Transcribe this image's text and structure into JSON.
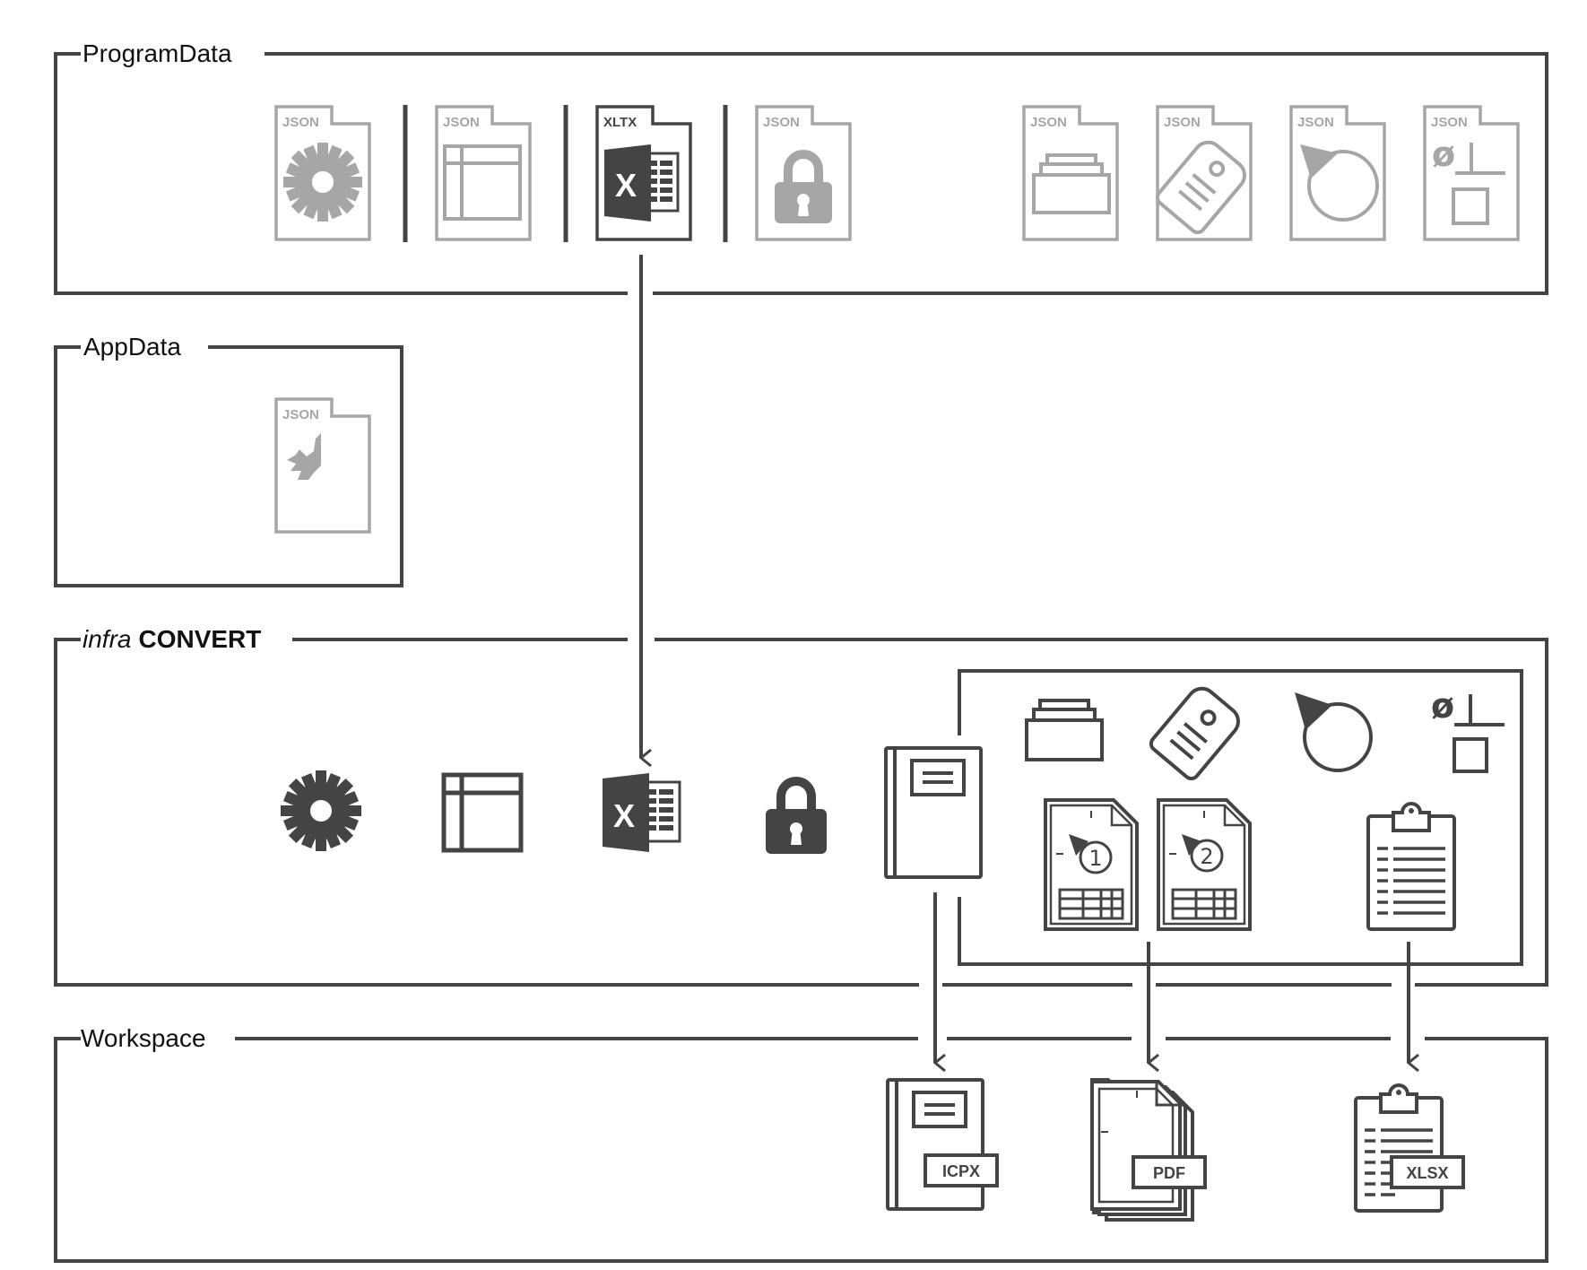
{
  "sections": {
    "programdata": "ProgramData",
    "appdata": "AppData",
    "infra_italic": "infra",
    "infra_bold": "CONVERT",
    "workspace": "Workspace"
  },
  "file_tags": {
    "json": "JSON",
    "xltx": "XLTX",
    "xl_letter": "X",
    "icpx": "ICPX",
    "pdf": "PDF",
    "xlsx": "XLSX",
    "phi": "ø",
    "report_1": "1",
    "report_2": "2"
  },
  "colors": {
    "dark": "#444444",
    "light": "#a6a6a6",
    "frame": "#444444"
  },
  "icons": {
    "programdata": [
      "settings-gear-icon",
      "table-layout-icon",
      "excel-template-icon",
      "lock-icon",
      "layer-stack-icon",
      "tag-icon",
      "point-marker-icon",
      "symbol-grid-icon"
    ],
    "appdata": [
      "user-settings-icon"
    ],
    "infra_convert": [
      "gear-icon",
      "table-icon",
      "excel-icon",
      "lock-icon",
      "project-book-icon",
      "layers-icon",
      "tag-icon",
      "marker-icon",
      "symbol-icon",
      "report-1-icon",
      "report-2-icon",
      "clipboard-list-icon"
    ],
    "workspace": [
      "icpx-project-icon",
      "pdf-report-icon",
      "xlsx-list-icon"
    ]
  }
}
